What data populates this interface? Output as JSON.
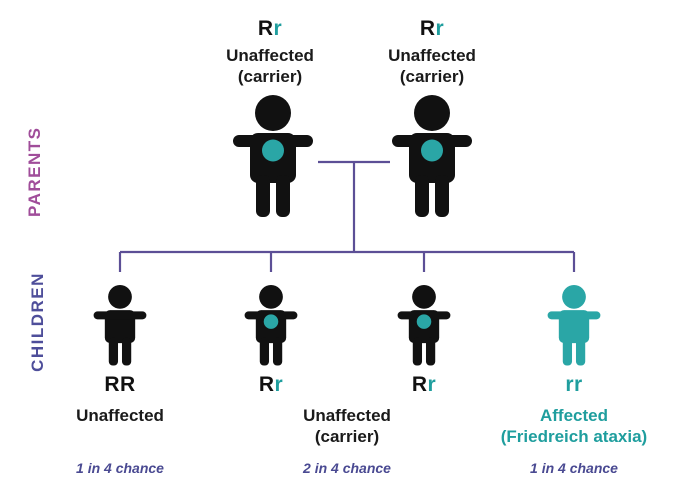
{
  "labels": {
    "parents": "PARENTS",
    "children": "CHILDREN"
  },
  "colors": {
    "figure": "#111111",
    "carrier_dot": "#2aa6a6",
    "affected": "#2aa6a6",
    "line": "#5c4f96",
    "parents_label": "#a04d9a",
    "children_label": "#4e4e9a",
    "chance_text": "#4a4a92"
  },
  "parents": [
    {
      "allele1": "R",
      "allele2": "r",
      "status": "Unaffected",
      "note": "(carrier)"
    },
    {
      "allele1": "R",
      "allele2": "r",
      "status": "Unaffected",
      "note": "(carrier)"
    }
  ],
  "children": [
    {
      "allele1": "R",
      "allele2": "R",
      "state": "unaffected"
    },
    {
      "allele1": "R",
      "allele2": "r",
      "state": "carrier"
    },
    {
      "allele1": "R",
      "allele2": "r",
      "state": "carrier"
    },
    {
      "allele1": "r",
      "allele2": "r",
      "state": "affected"
    }
  ],
  "outcomes": {
    "unaffected": {
      "status": "Unaffected",
      "chance": "1 in 4 chance"
    },
    "carrier": {
      "status": "Unaffected",
      "note": "(carrier)",
      "chance": "2 in 4 chance"
    },
    "affected": {
      "status": "Affected",
      "note": "(Friedreich ataxia)",
      "chance": "1 in 4 chance"
    }
  }
}
